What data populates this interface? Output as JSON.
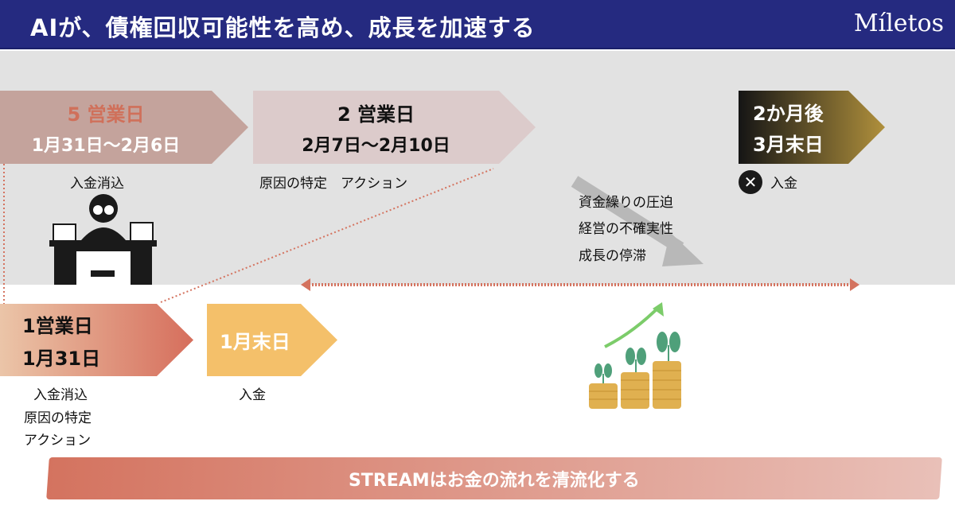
{
  "header": {
    "title": "AIが、債権回収可能性を高め、成長を加速する",
    "logo": "Míletos"
  },
  "current": {
    "step1": {
      "days": "5 営業日",
      "dates": "1月31日～2月6日",
      "label": "入金消込"
    },
    "step2": {
      "days": "2 営業日",
      "dates": "2月7日～2月10日",
      "label": "原因の特定　アクション"
    },
    "step3": {
      "days": "2か月後",
      "dates": "3月末日",
      "label": "入金"
    },
    "effects": [
      "資金繰りの圧迫",
      "経営の不確実性",
      "成長の停滞"
    ]
  },
  "stream": {
    "step1": {
      "days": "1営業日",
      "dates": "1月31日",
      "labels": [
        "入金消込",
        "原因の特定",
        "アクション"
      ]
    },
    "step2": {
      "dates": "1月末日",
      "label": "入金"
    }
  },
  "banner": "STREAMはお金の流れを清流化する",
  "colors": {
    "navy": "#252a80",
    "accent": "#d4735f",
    "gold": "#f4c06a"
  }
}
